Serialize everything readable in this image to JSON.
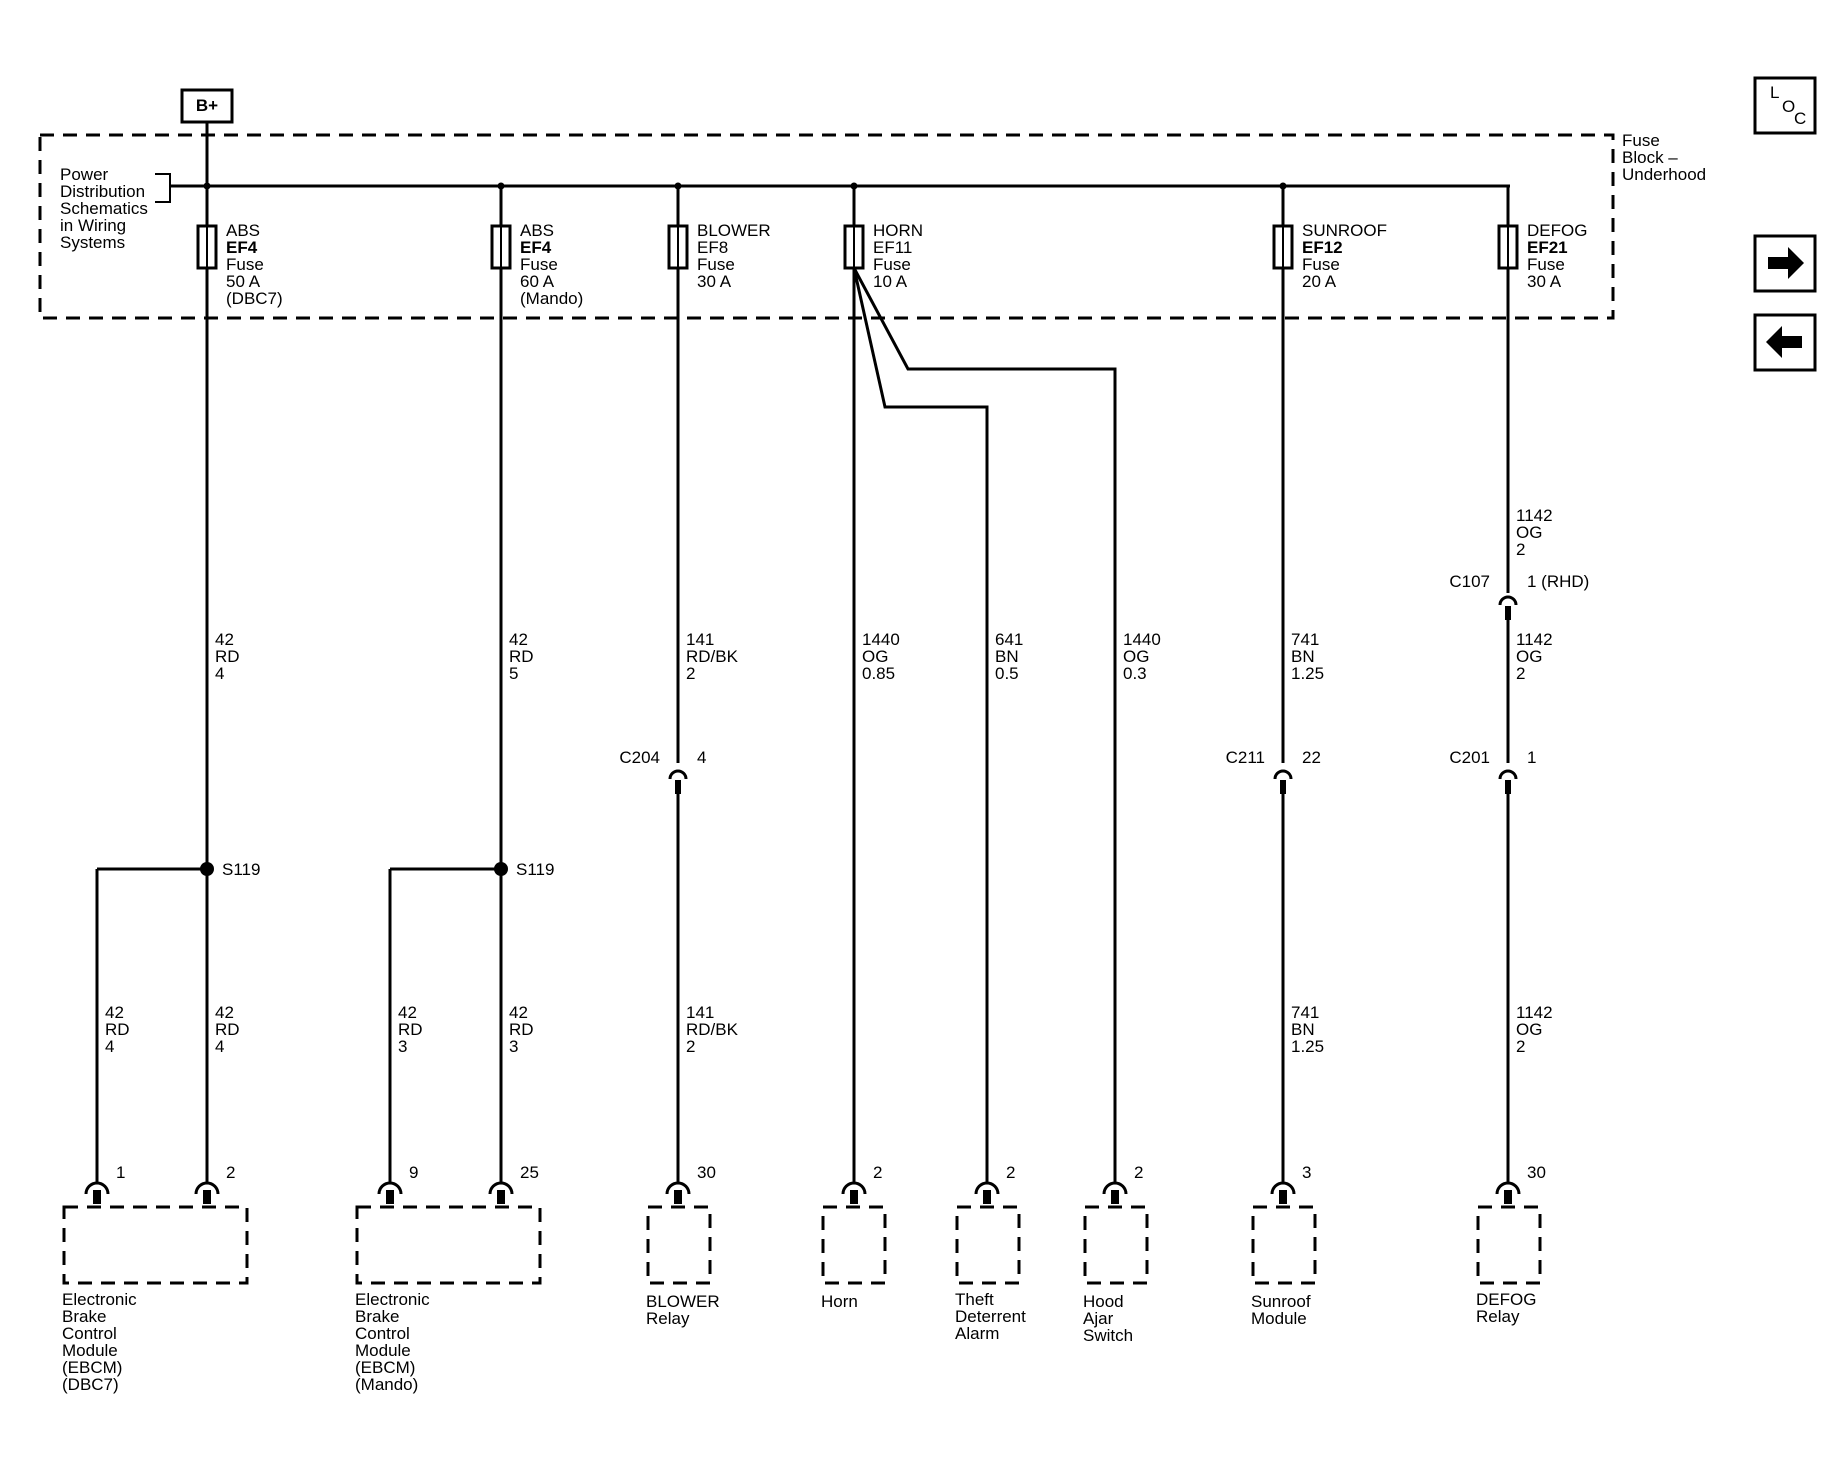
{
  "power": {
    "source": "B+"
  },
  "fuse_block": {
    "label_lines": [
      "Fuse",
      "Block –",
      "Underhood"
    ],
    "reference_lines": [
      "Power",
      "Distribution",
      "Schematics",
      "in Wiring",
      "Systems"
    ]
  },
  "nav": {
    "loc_letters": [
      "L",
      "O",
      "C"
    ],
    "next_icon": "arrow-right-icon",
    "prev_icon": "arrow-left-icon"
  },
  "fuses": [
    {
      "lines": [
        "ABS",
        "EF4",
        "Fuse",
        "50 A",
        "(DBC7)"
      ]
    },
    {
      "lines": [
        "ABS",
        "EF4",
        "Fuse",
        "60 A",
        "(Mando)"
      ]
    },
    {
      "lines": [
        "BLOWER",
        "EF8",
        "Fuse",
        "30 A"
      ]
    },
    {
      "lines": [
        "HORN",
        "EF11",
        "Fuse",
        "10 A"
      ]
    },
    {
      "lines": [
        "SUNROOF",
        "EF12",
        "Fuse",
        "20 A"
      ]
    },
    {
      "lines": [
        "DEFOG",
        "EF21",
        "Fuse",
        "30 A"
      ]
    }
  ],
  "wire_labels": [
    {
      "lines": [
        "42",
        "RD",
        "4"
      ]
    },
    {
      "lines": [
        "42",
        "RD",
        "5"
      ]
    },
    {
      "lines": [
        "141",
        "RD/BK",
        "2"
      ]
    },
    {
      "lines": [
        "1440",
        "OG",
        "0.85"
      ]
    },
    {
      "lines": [
        "641",
        "BN",
        "0.5"
      ]
    },
    {
      "lines": [
        "1440",
        "OG",
        "0.3"
      ]
    },
    {
      "lines": [
        "741",
        "BN",
        "1.25"
      ]
    },
    {
      "lines": [
        "1142",
        "OG",
        "2"
      ]
    },
    {
      "lines": [
        "1142",
        "OG",
        "2"
      ]
    },
    {
      "lines": [
        "42",
        "RD",
        "4"
      ]
    },
    {
      "lines": [
        "42",
        "RD",
        "4"
      ]
    },
    {
      "lines": [
        "42",
        "RD",
        "3"
      ]
    },
    {
      "lines": [
        "42",
        "RD",
        "3"
      ]
    },
    {
      "lines": [
        "141",
        "RD/BK",
        "2"
      ]
    },
    {
      "lines": [
        "741",
        "BN",
        "1.25"
      ]
    },
    {
      "lines": [
        "1142",
        "OG",
        "2"
      ]
    }
  ],
  "inline_connectors": [
    {
      "name": "C204",
      "pin": "4"
    },
    {
      "name": "C211",
      "pin": "22"
    },
    {
      "name": "C201",
      "pin": "1"
    },
    {
      "name": "C107",
      "pin": "1 (RHD)"
    }
  ],
  "splices": [
    {
      "name": "S119"
    },
    {
      "name": "S119"
    }
  ],
  "component_pins": [
    "1",
    "2",
    "9",
    "25",
    "30",
    "2",
    "2",
    "2",
    "3",
    "30"
  ],
  "components": [
    {
      "lines": [
        "Electronic",
        "Brake",
        "Control",
        "Module",
        "(EBCM)",
        "(DBC7)"
      ]
    },
    {
      "lines": [
        "Electronic",
        "Brake",
        "Control",
        "Module",
        "(EBCM)",
        "(Mando)"
      ]
    },
    {
      "lines": [
        "BLOWER",
        "Relay"
      ]
    },
    {
      "lines": [
        "Horn"
      ]
    },
    {
      "lines": [
        "Theft",
        "Deterrent",
        "Alarm"
      ]
    },
    {
      "lines": [
        "Hood",
        "Ajar",
        "Switch"
      ]
    },
    {
      "lines": [
        "Sunroof",
        "Module"
      ]
    },
    {
      "lines": [
        "DEFOG",
        "Relay"
      ]
    }
  ]
}
